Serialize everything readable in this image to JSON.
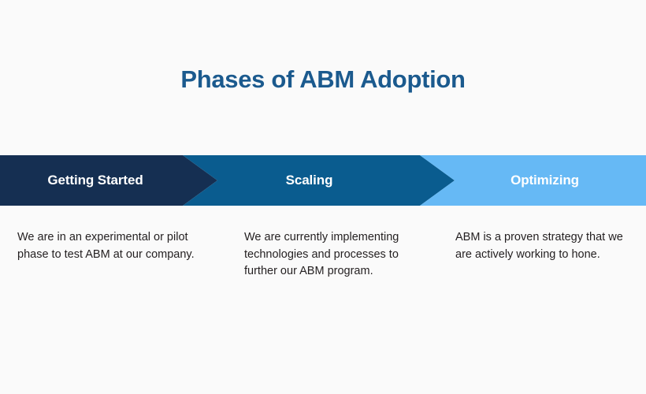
{
  "slide": {
    "background_color": "#fafafa",
    "title": "Phases of ABM Adoption",
    "title_color": "#1b5a8e"
  },
  "phases": [
    {
      "label": "Getting Started",
      "color": "#152f52",
      "description": "We are in an experimental or pilot phase to test ABM at our company."
    },
    {
      "label": "Scaling",
      "color": "#0a5c8f",
      "description": "We are currently implementing technologies and processes to further our ABM program."
    },
    {
      "label": "Optimizing",
      "color": "#66b9f5",
      "description": "ABM is a proven strategy that we are actively working to hone."
    }
  ]
}
